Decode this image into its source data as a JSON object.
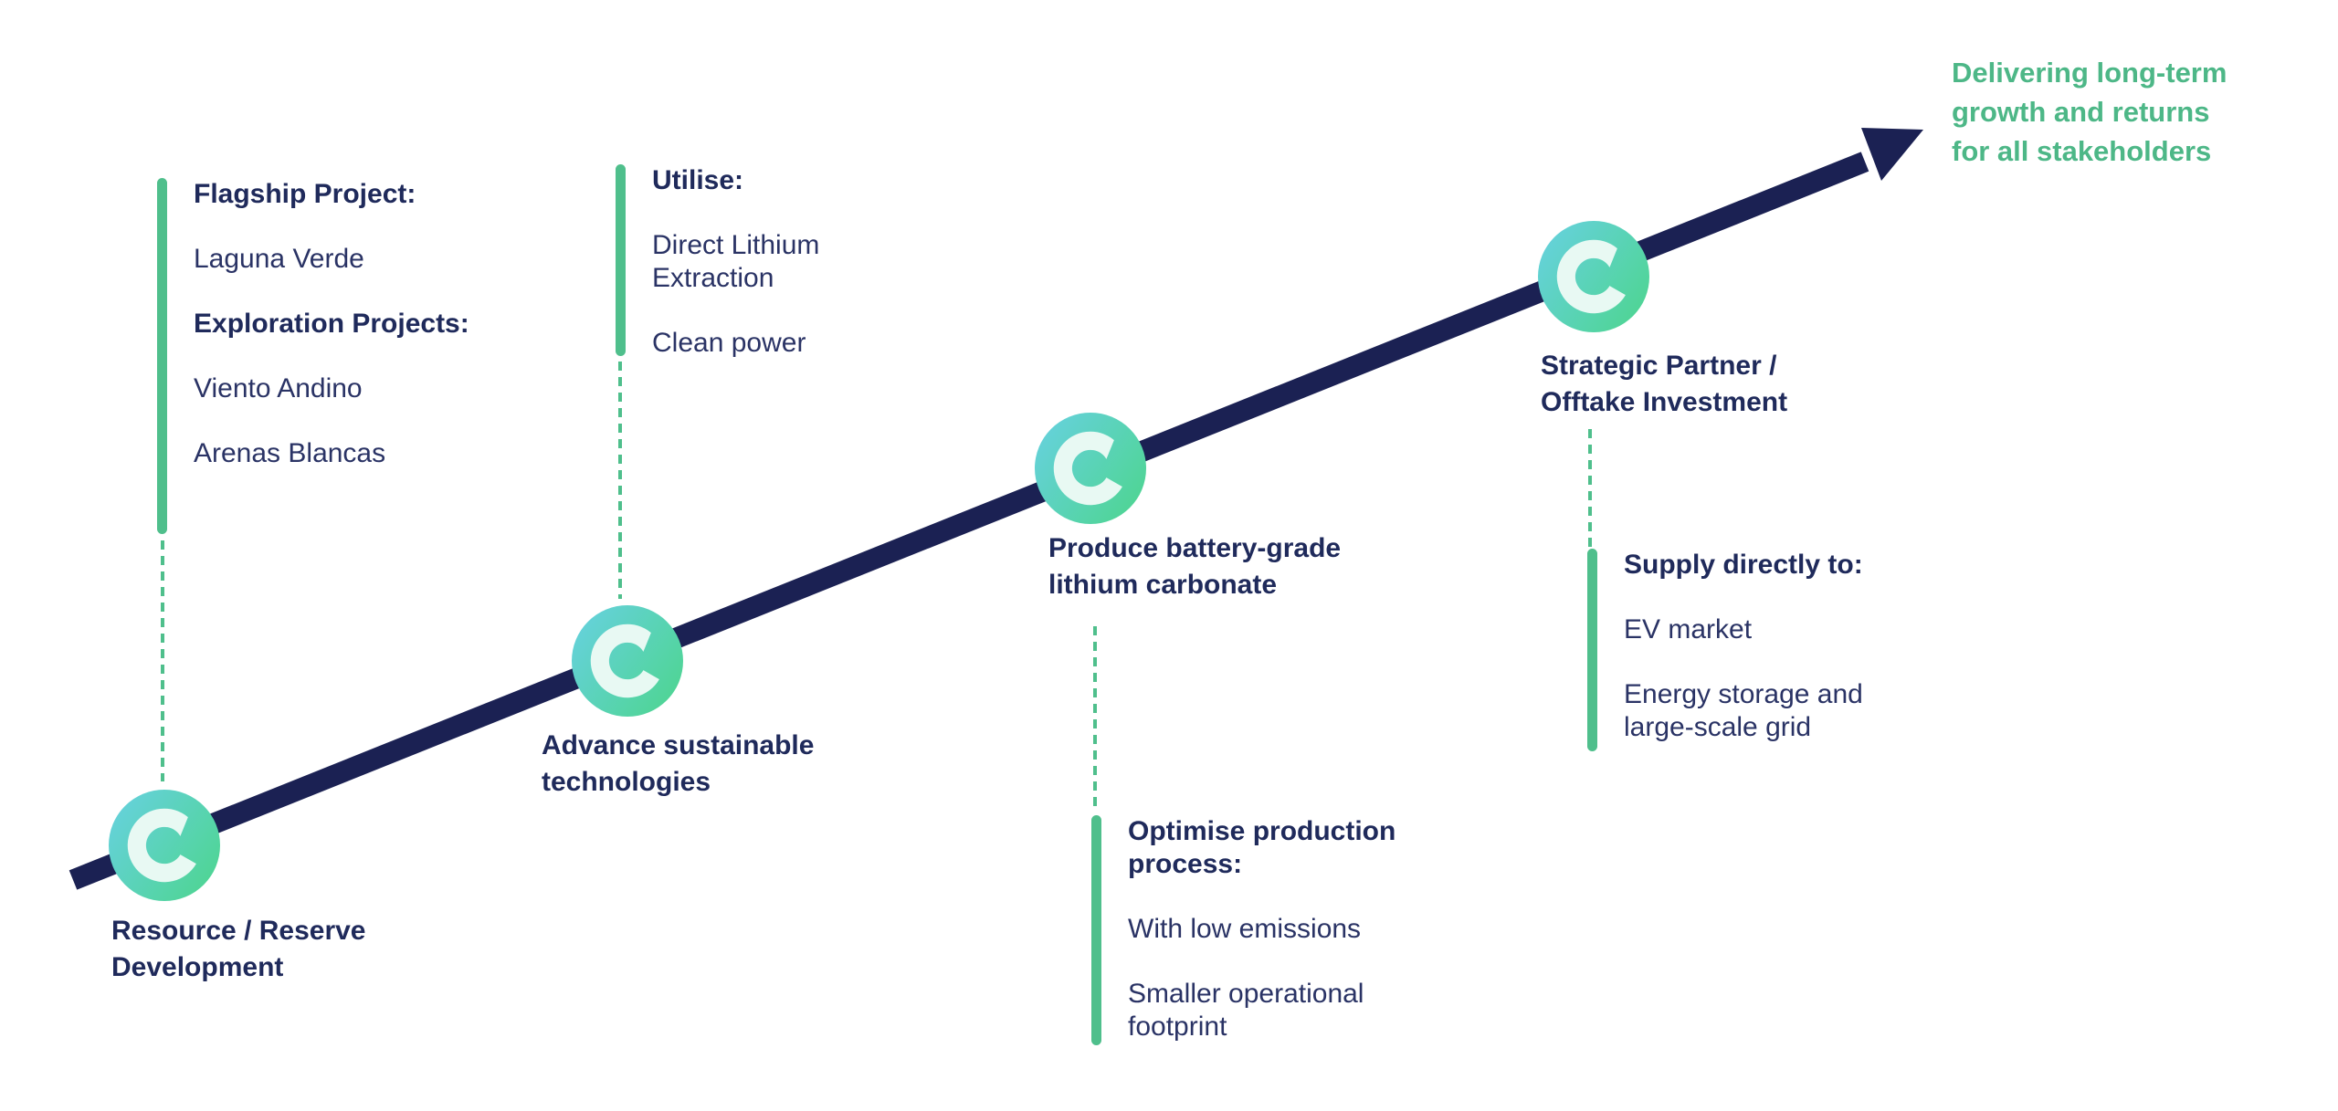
{
  "colors": {
    "navy_text": "#1f2a5b",
    "navy_arrow": "#1b2153",
    "green_accent": "#4fbf8c",
    "green_headline": "#4db787",
    "badge_gradient_start": "#66d1dd",
    "badge_gradient_end": "#4ed591",
    "badge_mark": "#e8f9f3"
  },
  "icons": {
    "node_icon": "c-arc-logo"
  },
  "headline": {
    "text": "Delivering long-term\ngrowth and returns\nfor all stakeholders"
  },
  "milestones": [
    {
      "label": "Resource / Reserve\nDevelopment"
    },
    {
      "label": "Advance sustainable\ntechnologies"
    },
    {
      "label": "Produce battery-grade\nlithium carbonate"
    },
    {
      "label": "Strategic Partner /\nOfftake Investment"
    }
  ],
  "annotations": [
    {
      "items": [
        {
          "text": "Flagship Project:"
        },
        {
          "text": "Laguna Verde"
        },
        {
          "text": "Exploration Projects:"
        },
        {
          "text": "Viento Andino"
        },
        {
          "text": "Arenas Blancas"
        }
      ]
    },
    {
      "items": [
        {
          "text": "Utilise:"
        },
        {
          "text": "Direct Lithium\nExtraction"
        },
        {
          "text": "Clean power"
        }
      ]
    },
    {
      "items": [
        {
          "text": "Optimise production\nprocess:"
        },
        {
          "text": "With low emissions"
        },
        {
          "text": "Smaller operational\nfootprint"
        }
      ]
    },
    {
      "items": [
        {
          "text": "Supply directly to:"
        },
        {
          "text": "EV market"
        },
        {
          "text": "Energy storage and\nlarge-scale grid"
        }
      ]
    }
  ]
}
